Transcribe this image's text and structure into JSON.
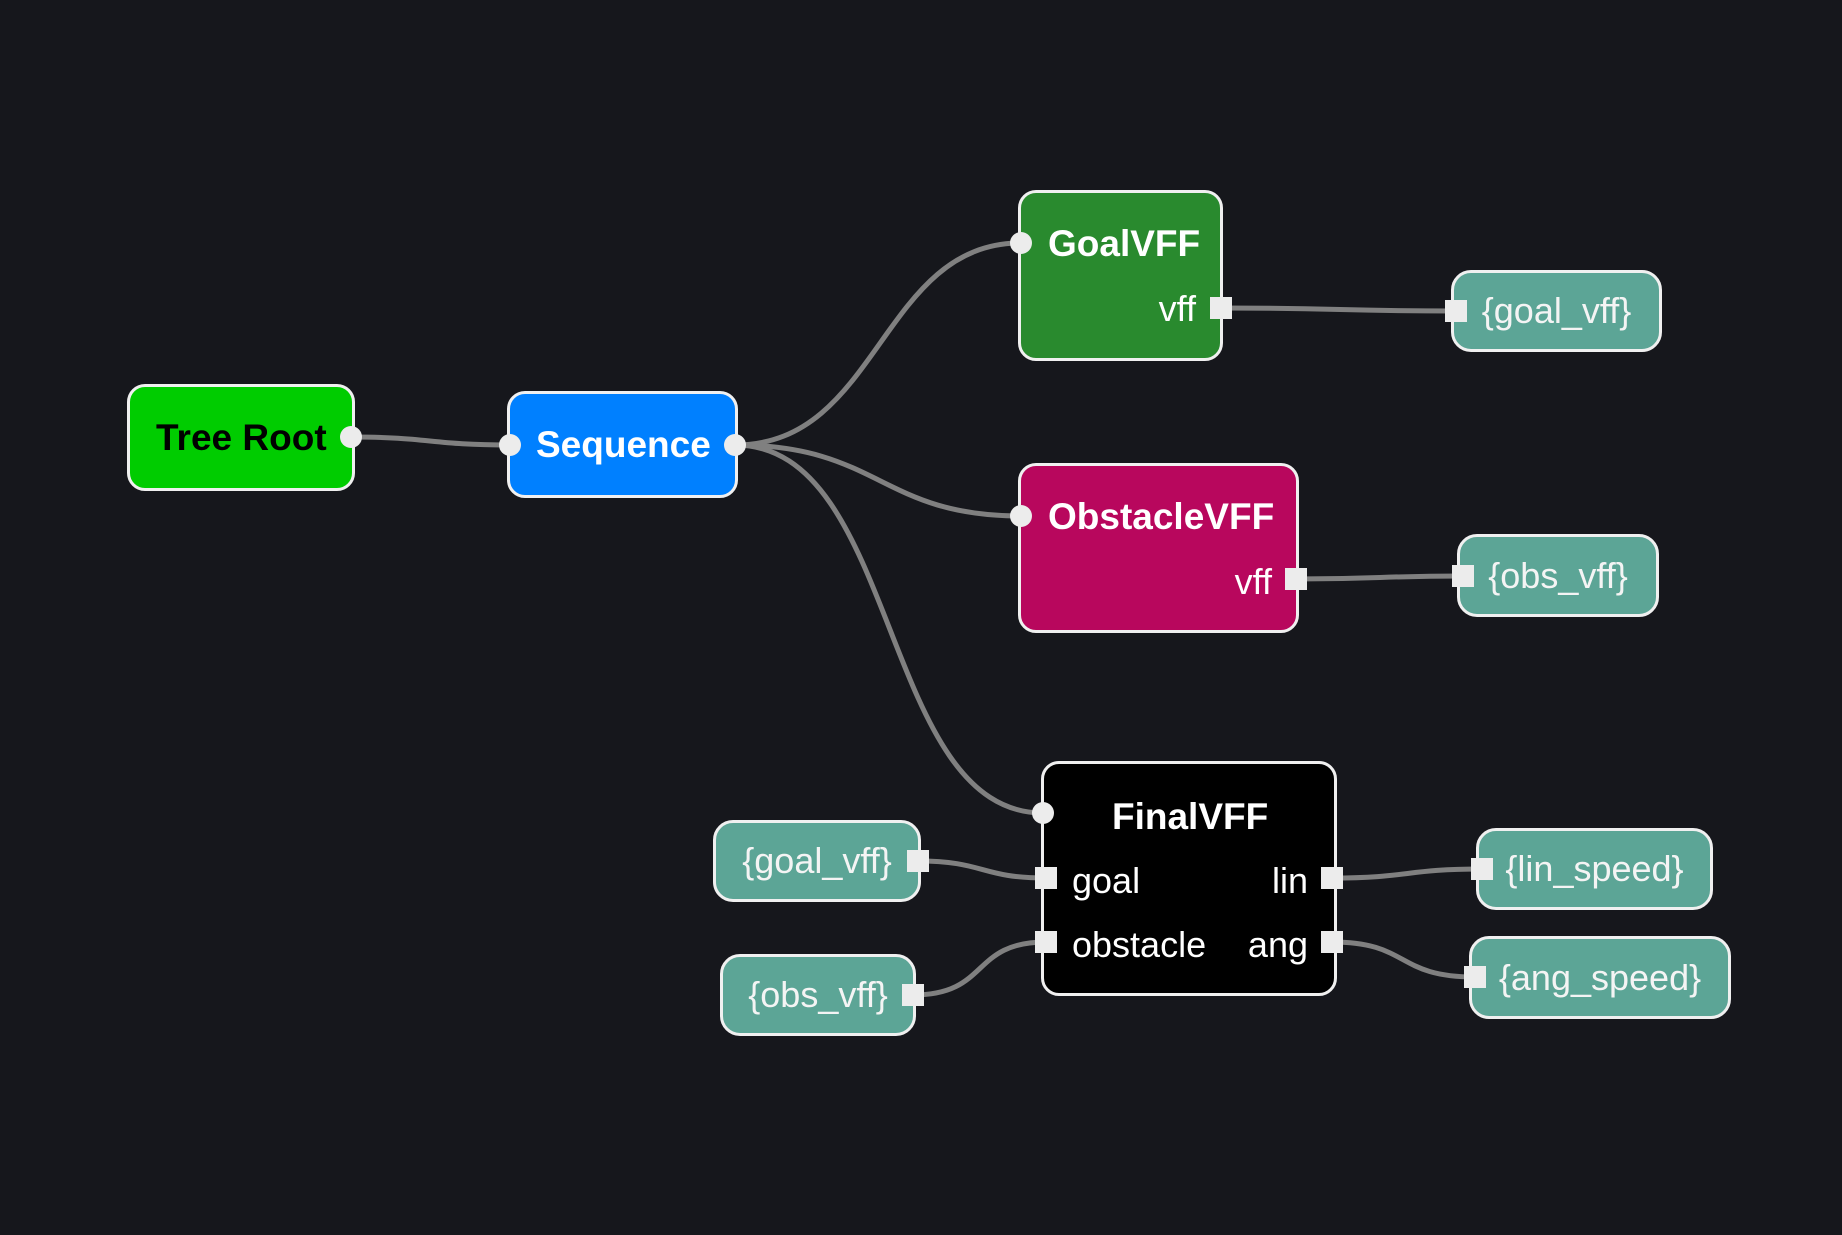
{
  "colors": {
    "background": "#16171c",
    "edge": "#808080",
    "tree_root": "#00cc00",
    "sequence": "#0080ff",
    "goal_vff": "#298a2e",
    "obstacle_vff": "#b8075d",
    "final_vff": "#000000",
    "blackboard": "#5ca596"
  },
  "nodes": {
    "tree_root": {
      "title": "Tree Root"
    },
    "sequence": {
      "title": "Sequence"
    },
    "goal_vff": {
      "title": "GoalVFF",
      "ports": {
        "vff": "vff"
      }
    },
    "obstacle_vff": {
      "title": "ObstacleVFF",
      "ports": {
        "vff": "vff"
      }
    },
    "final_vff": {
      "title": "FinalVFF",
      "ports": {
        "goal": "goal",
        "obstacle": "obstacle",
        "lin": "lin",
        "ang": "ang"
      }
    }
  },
  "blackboard": {
    "goal_vff_out": "{goal_vff}",
    "obs_vff_out": "{obs_vff}",
    "goal_vff_in": "{goal_vff}",
    "obs_vff_in": "{obs_vff}",
    "lin_speed": "{lin_speed}",
    "ang_speed": "{ang_speed}"
  }
}
